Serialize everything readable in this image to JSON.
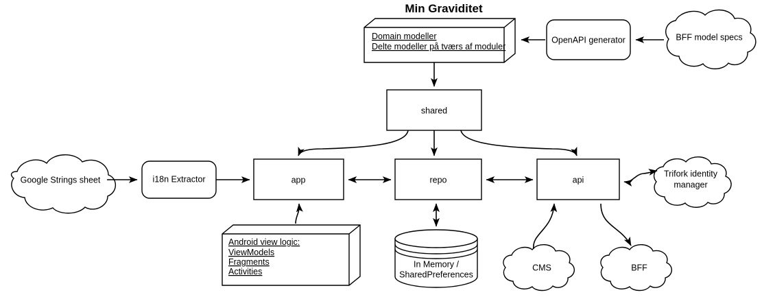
{
  "diagram": {
    "title": "Min Graviditet",
    "type": "architecture-flow-diagram",
    "colors": {
      "stroke": "#000000",
      "fill": "#ffffff",
      "text": "#000000"
    },
    "nodes": {
      "domain_models": {
        "shape": "3d-box",
        "lines": [
          "Domain modeller",
          "Delte modeller på tværs af moduler"
        ]
      },
      "openapi_generator": {
        "shape": "rounded-rectangle",
        "label": "OpenAPI generator"
      },
      "bff_model_specs": {
        "shape": "cloud",
        "label": "BFF model specs"
      },
      "shared": {
        "shape": "rectangle",
        "label": "shared"
      },
      "google_strings_sheet": {
        "shape": "cloud",
        "label": "Google Strings sheet"
      },
      "i18n_extractor": {
        "shape": "rounded-rectangle",
        "label": "i18n Extractor"
      },
      "app": {
        "shape": "rectangle",
        "label": "app"
      },
      "repo": {
        "shape": "rectangle",
        "label": "repo"
      },
      "api": {
        "shape": "rectangle",
        "label": "api"
      },
      "trifork_identity_manager": {
        "shape": "cloud",
        "lines": [
          "Trifork identity",
          "manager"
        ]
      },
      "android_view_logic": {
        "shape": "3d-box",
        "lines": [
          "Android view logic:",
          "ViewModels",
          "Fragments",
          "Activities"
        ]
      },
      "in_memory_storage": {
        "shape": "cylinder",
        "lines": [
          "In Memory /",
          "SharedPreferences"
        ]
      },
      "cms": {
        "shape": "cloud",
        "label": "CMS"
      },
      "bff": {
        "shape": "cloud",
        "label": "BFF"
      }
    },
    "edges": [
      {
        "from": "bff_model_specs",
        "to": "openapi_generator",
        "arrow": "single"
      },
      {
        "from": "openapi_generator",
        "to": "domain_models",
        "arrow": "single"
      },
      {
        "from": "domain_models",
        "to": "shared",
        "arrow": "single"
      },
      {
        "from": "shared",
        "to": "app",
        "arrow": "single"
      },
      {
        "from": "shared",
        "to": "repo",
        "arrow": "single"
      },
      {
        "from": "shared",
        "to": "api",
        "arrow": "single"
      },
      {
        "from": "google_strings_sheet",
        "to": "i18n_extractor",
        "arrow": "single"
      },
      {
        "from": "i18n_extractor",
        "to": "app",
        "arrow": "single"
      },
      {
        "from": "app",
        "to": "repo",
        "arrow": "double"
      },
      {
        "from": "repo",
        "to": "api",
        "arrow": "double"
      },
      {
        "from": "api",
        "to": "trifork_identity_manager",
        "arrow": "double"
      },
      {
        "from": "android_view_logic",
        "to": "app",
        "arrow": "single"
      },
      {
        "from": "repo",
        "to": "in_memory_storage",
        "arrow": "double"
      },
      {
        "from": "cms",
        "to": "api",
        "arrow": "single"
      },
      {
        "from": "api",
        "to": "bff",
        "arrow": "single"
      }
    ]
  }
}
